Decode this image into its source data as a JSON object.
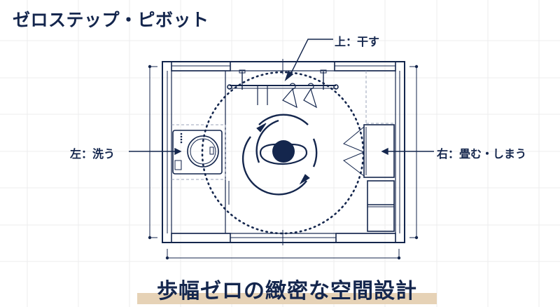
{
  "title": "ゼロステップ・ピボット",
  "labels": {
    "top": "上：干す",
    "left": "左：洗う",
    "right": "右：畳む・しまう"
  },
  "subtitle": "歩幅ゼロの緻密な空間設計",
  "colors": {
    "ink": "#14264d",
    "grid": "#e8e8ea",
    "highlight": "#e6d2b6",
    "background": "#ffffff"
  },
  "plan": {
    "zones": [
      {
        "id": "left",
        "fixture": "washing-machine"
      },
      {
        "id": "top",
        "fixture": "hanging-rod-with-hangers"
      },
      {
        "id": "right",
        "fixture": "folding-counter-and-shelves"
      }
    ],
    "center_icon": "pivot-person-icon"
  }
}
